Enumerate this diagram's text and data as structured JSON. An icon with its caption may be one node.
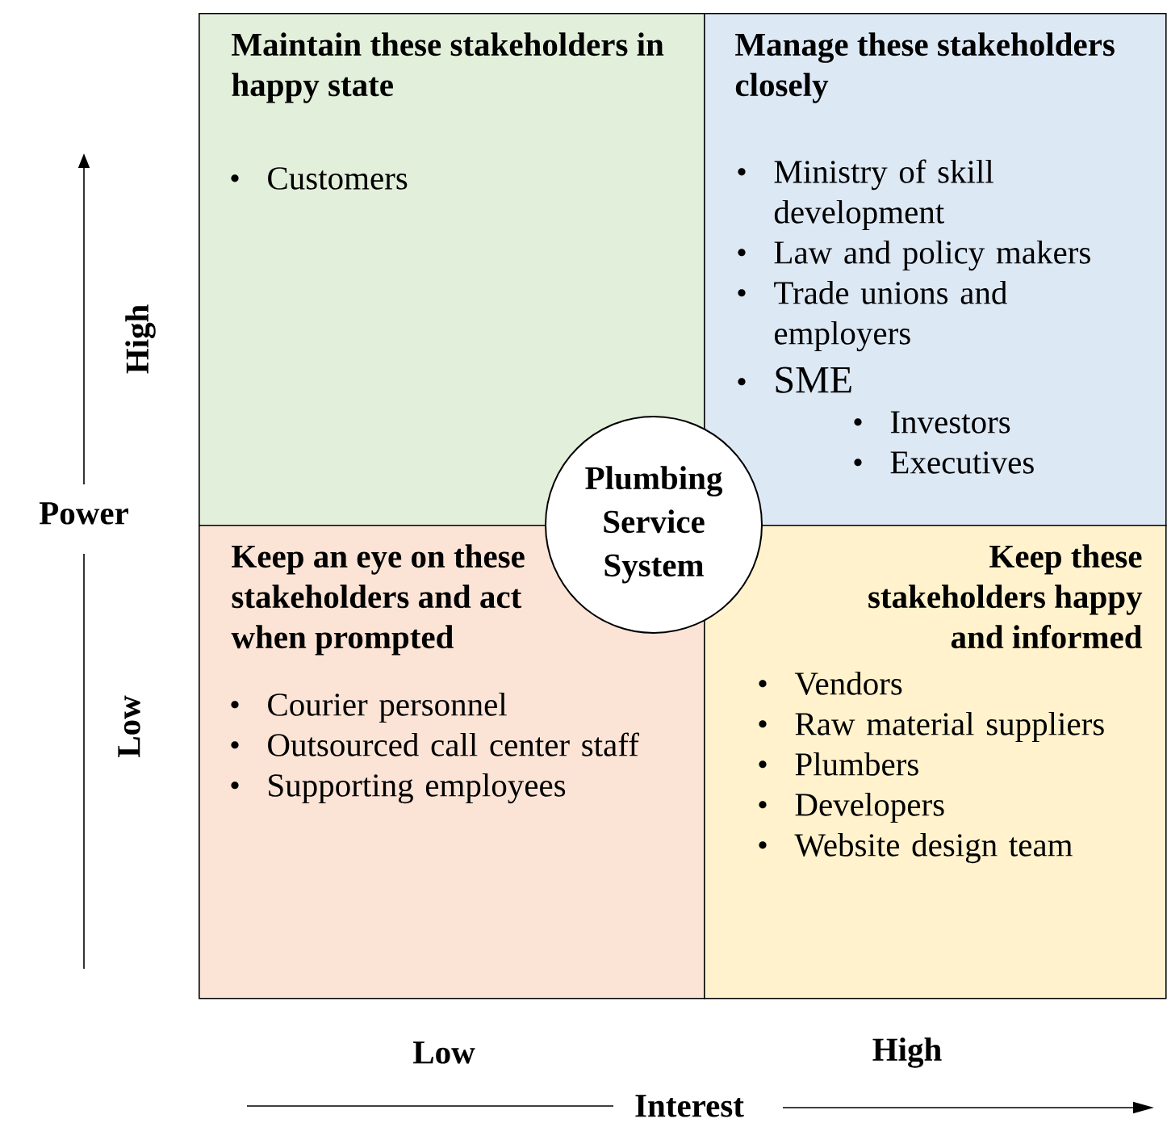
{
  "diagram": {
    "nodes": [
      {
        "text": [
          "Maintain these stakeholders in happy state",
          "Customers"
        ]
      },
      {
        "text": [
          "Manage these stakeholders closely",
          "Ministry of skill development",
          "Law and policy makers",
          "Trade unions and employers",
          "SME",
          "Investors",
          "Executives"
        ]
      },
      {
        "text": [
          "Keep an eye on these stakeholders and act when prompted",
          "Courier personnel",
          "Outsourced call center staff",
          "Supporting employees"
        ]
      },
      {
        "text": [
          "Keep these stakeholders happy and informed",
          "Vendors",
          "Raw material suppliers",
          "Plumbers",
          "Developers",
          "Website design team"
        ]
      },
      {
        "text": [
          "Plumbing Service System"
        ]
      }
    ],
    "edges": [],
    "labels": [
      "High",
      "Power",
      "Low",
      "Low",
      "High",
      "Interest"
    ]
  }
}
